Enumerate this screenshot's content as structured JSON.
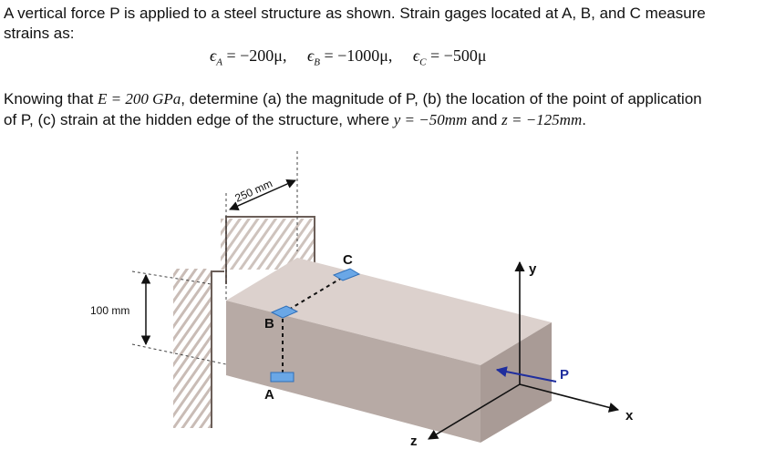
{
  "problem": {
    "line1": "A vertical force P is applied to a steel structure as shown. Strain gages located at A, B, and C measure",
    "line2": "strains as:",
    "strains": [
      {
        "label": "ϵ",
        "sub": "A",
        "value": "= −200μ,"
      },
      {
        "label": "ϵ",
        "sub": "B",
        "value": "= −1000μ,"
      },
      {
        "label": "ϵ",
        "sub": "C",
        "value": "= −500μ"
      }
    ],
    "line3_a": "Knowing that ",
    "line3_E": "E = 200 GPa",
    "line3_b": ", determine (a) the magnitude of P, (b) the location of the point of application",
    "line4_a": "of P, (c) strain at the hidden edge of the structure, where ",
    "line4_y": "y = −50mm",
    "line4_and": " and ",
    "line4_z": "z = −125mm",
    "line4_end": "."
  },
  "figure": {
    "dim_250": "250 mm",
    "dim_100": "100 mm",
    "gage_A": "A",
    "gage_B": "B",
    "gage_C": "C",
    "axis_y": "y",
    "axis_x": "x",
    "axis_z": "z",
    "force_label": "P",
    "colors": {
      "block_front": "#cbbcb7",
      "block_top": "#dcd1cd",
      "block_side": "#b0a49f",
      "gage": "#6aa7e6",
      "force": "#1f2e9e",
      "hatch": "#c9bcb6"
    }
  }
}
